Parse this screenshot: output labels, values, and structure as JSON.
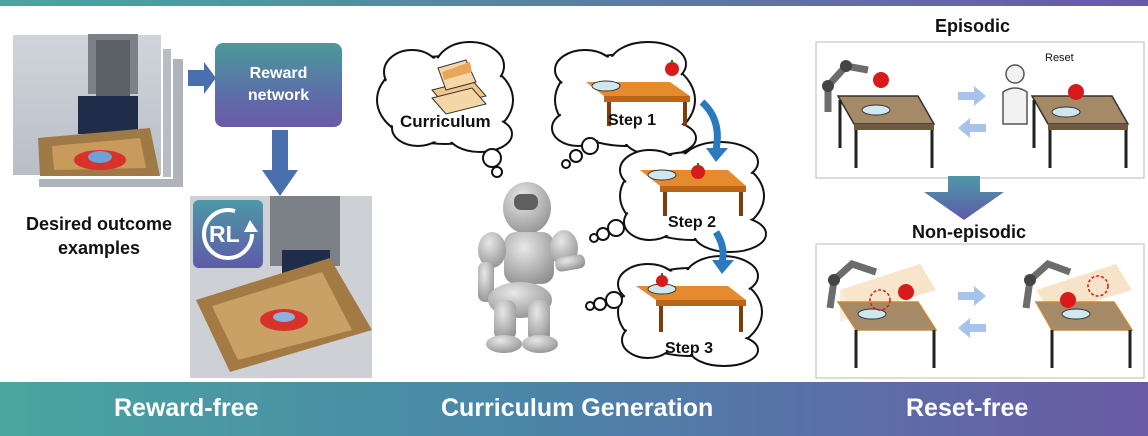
{
  "left": {
    "caption": "Desired outcome\nexamples",
    "reward_network": "Reward\nnetwork",
    "rl_badge": "RL"
  },
  "middle": {
    "curriculum": "Curriculum",
    "steps": [
      "Step 1",
      "Step 2",
      "Step 3"
    ]
  },
  "right": {
    "episodic": "Episodic",
    "reset": "Reset",
    "non_episodic": "Non-episodic"
  },
  "banner": {
    "left": "Reward-free",
    "middle": "Curriculum Generation",
    "right": "Reset-free"
  },
  "colors": {
    "banner_start": "#4aa59f",
    "banner_end": "#6a5aa6",
    "arrow_blue": "#4a6fae",
    "step_arrow": "#2a7ac0",
    "table_wood": "#e58b2e",
    "apple_red": "#d81a1a"
  }
}
